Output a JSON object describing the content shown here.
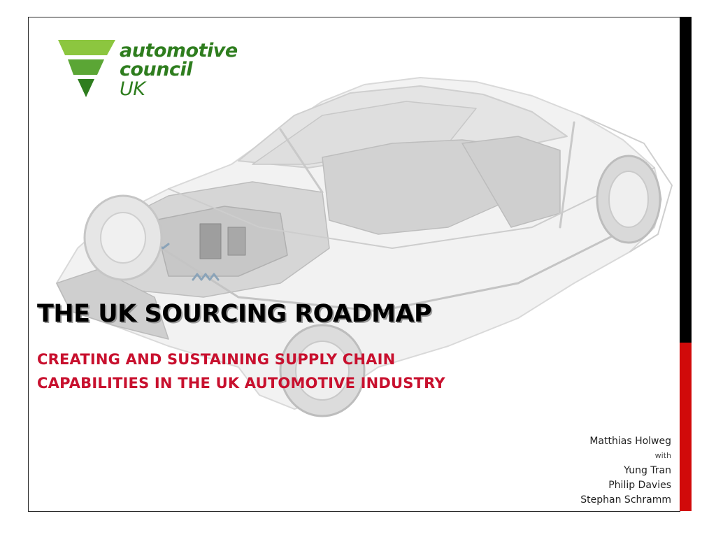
{
  "logo": {
    "line1": "automotive",
    "line2": "council",
    "line3": "UK",
    "color": "#2e7d1e",
    "light_color": "#8cc63f"
  },
  "title": "THE UK SOURCING ROADMAP",
  "subtitle": {
    "line1": "CREATING AND SUSTAINING SUPPLY CHAIN",
    "line2": "CAPABILITIES IN THE UK AUTOMOTIVE INDUSTRY"
  },
  "authors": {
    "main": "Matthias Holweg",
    "with_label": "with",
    "co_authors": [
      "Yung Tran",
      "Philip Davies",
      "Stephan Schramm"
    ]
  },
  "colors": {
    "title": "#000000",
    "subtitle": "#c8102e",
    "side_bar_top": "#000000",
    "side_bar_bottom": "#d10a0a"
  },
  "background_image": "car-chassis-wireframe"
}
